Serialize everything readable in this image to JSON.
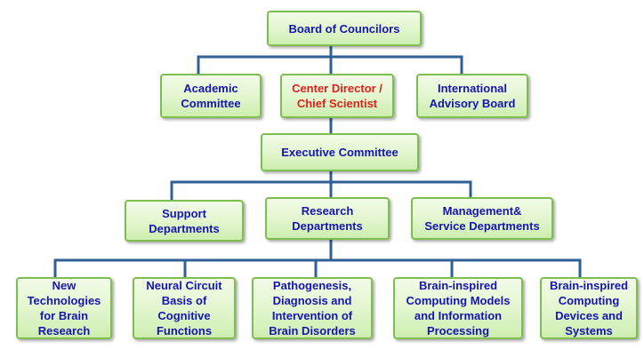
{
  "colors": {
    "text": "#1515b0",
    "highlight_text": "#e0201b",
    "box_border": "#7cbf4e",
    "box_fill": "#e3f6cf",
    "connector": "#2f5f97"
  },
  "nodes": {
    "board": "Board of Councilors",
    "academic": "Academic\nCommittee",
    "director": "Center Director /\nChief Scientist",
    "international": "International\nAdvisory Board",
    "executive": "Executive Committee",
    "support": "Support\nDepartments",
    "research": "Research\nDepartments",
    "management": "Management&\nService Departments",
    "newtech": "New\nTechnologies\nfor Brain\nResearch",
    "neural": "Neural Circuit\nBasis of\nCognitive\nFunctions",
    "pathogenesis": "Pathogenesis,\nDiagnosis and\nIntervention of\nBrain Disorders",
    "computing": "Brain-inspired\nComputing Models\nand Information\nProcessing",
    "devices": "Brain-inspired\nComputing\nDevices and\nSystems"
  }
}
